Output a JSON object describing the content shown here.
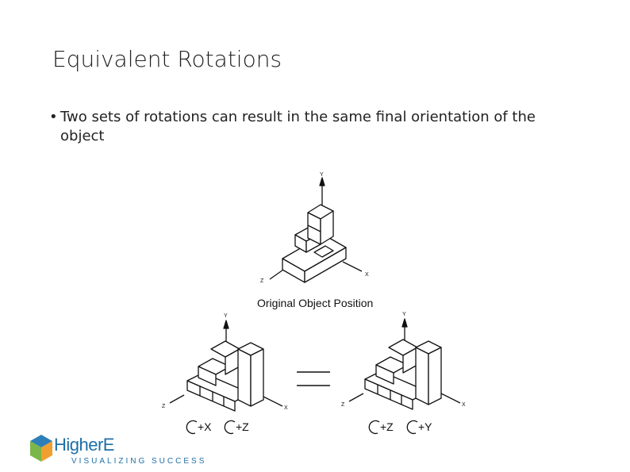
{
  "slide": {
    "title": "Equivalent Rotations",
    "bullet_line1": "Two sets of rotations can result in the same final orientation of the",
    "bullet_line2": "object"
  },
  "figure": {
    "top_caption": "Original Object Position",
    "axis_y": "Y",
    "axis_x": "X",
    "axis_z": "Z",
    "left_rot1": "+X",
    "left_rot2": "+Z",
    "right_rot1": "+Z",
    "right_rot2": "+Y"
  },
  "logo": {
    "name": "HigherE",
    "tagline": "VISUALIZING SUCCESS",
    "colors": [
      "#2e7fb8",
      "#7ab648",
      "#f0a030",
      "#1e6fa8"
    ]
  }
}
